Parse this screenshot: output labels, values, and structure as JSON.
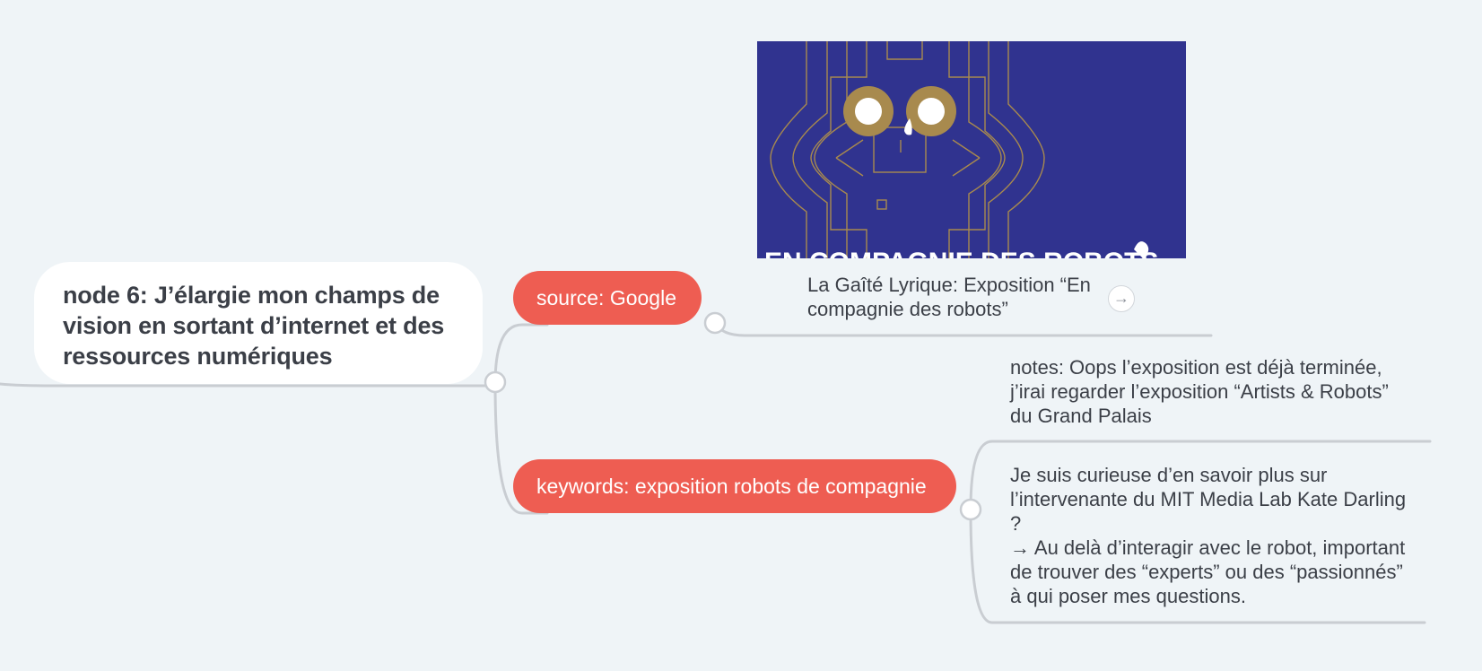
{
  "root": {
    "title": "node 6: J’élargie mon champs de vision en sortant d’internet et des ressources numériques"
  },
  "branches": {
    "source": {
      "label": "source: Google",
      "link_title": "La Gaîté Lyrique: Exposition “En compagnie des robots”",
      "image": {
        "caption": "EN COMPAGNIE DES ROBOTS",
        "colors": {
          "background": "#30338f",
          "lines": "#a88a4e",
          "eyes": "#ffffff"
        }
      }
    },
    "keywords": {
      "label": "keywords: exposition robots de compagnie",
      "note_1": "notes: Oops l’exposition est déjà terminée, j’irai regarder l’exposition “Artists & Robots” du Grand Palais",
      "note_2": {
        "line_1": "Je suis curieuse d’en savoir plus sur l’intervenante du MIT Media Lab Kate Darling ?",
        "line_2": "→ Au delà d’interagir avec le robot, important de trouver des “experts” ou des “passionnés” à qui poser mes questions."
      }
    }
  },
  "colors": {
    "canvas": "#eff4f7",
    "pill": "#ee5d52",
    "connector": "#c9cdd2",
    "text": "#3b3f47"
  },
  "icons": {
    "link": "arrow-right-icon"
  }
}
